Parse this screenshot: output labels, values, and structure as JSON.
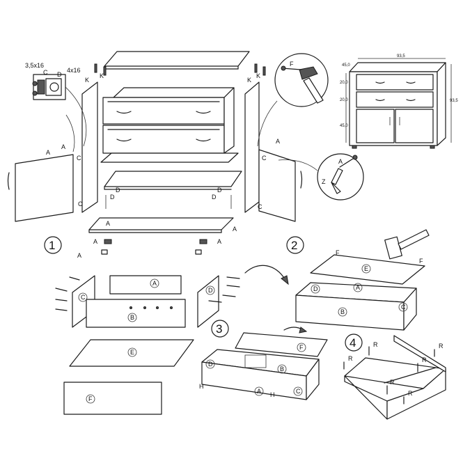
{
  "labels": {
    "screw_a": "3,5x16",
    "screw_b": "4x16",
    "A": "A",
    "B": "B",
    "C": "C",
    "D": "D",
    "E": "E",
    "F": "F",
    "H": "H",
    "K": "K",
    "R": "R",
    "Z": "Z"
  },
  "steps": [
    "1",
    "2",
    "3",
    "4"
  ],
  "dimensions": {
    "width": "93,5",
    "depth": "45,0",
    "height": "93,5",
    "drawer_h1": "20,0",
    "drawer_h2": "20,0",
    "door_h": "45,0"
  }
}
